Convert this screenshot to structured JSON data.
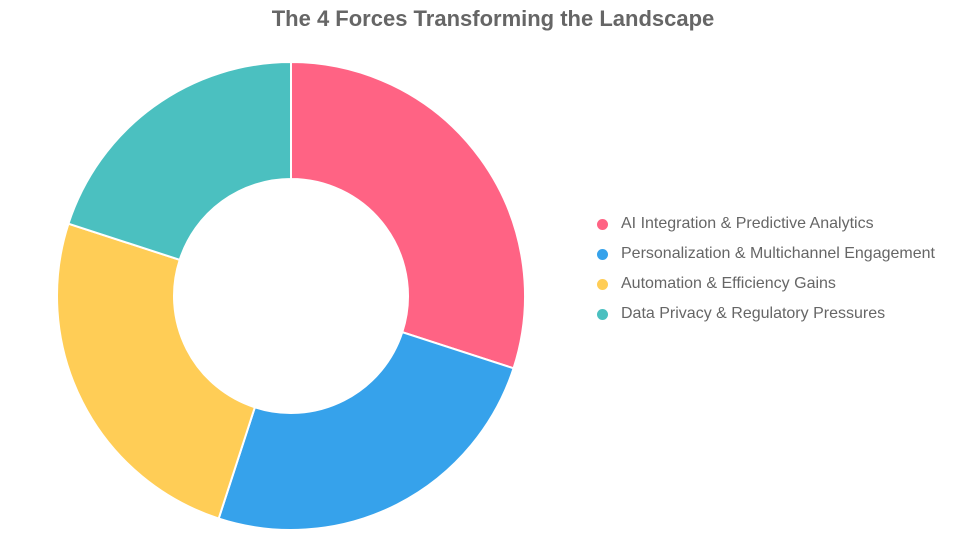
{
  "chart_data": {
    "type": "pie",
    "variant": "doughnut",
    "title": "The 4 Forces Transforming the Landscape",
    "categories": [
      "AI Integration & Predictive Analytics",
      "Personalization & Multichannel Engagement",
      "Automation & Efficiency Gains",
      "Data Privacy & Regulatory Pressures"
    ],
    "values": [
      30,
      25,
      25,
      20
    ],
    "colors": [
      "#ff6384",
      "#36a2eb",
      "#ffcd56",
      "#4bc0c0"
    ],
    "legend_position": "right"
  }
}
